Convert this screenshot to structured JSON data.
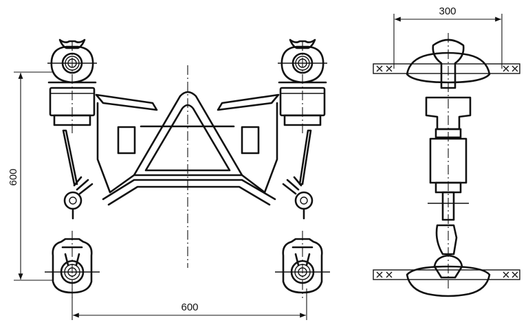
{
  "dimensions": {
    "top_width": "300",
    "left_height": "600",
    "bottom_width": "600"
  }
}
